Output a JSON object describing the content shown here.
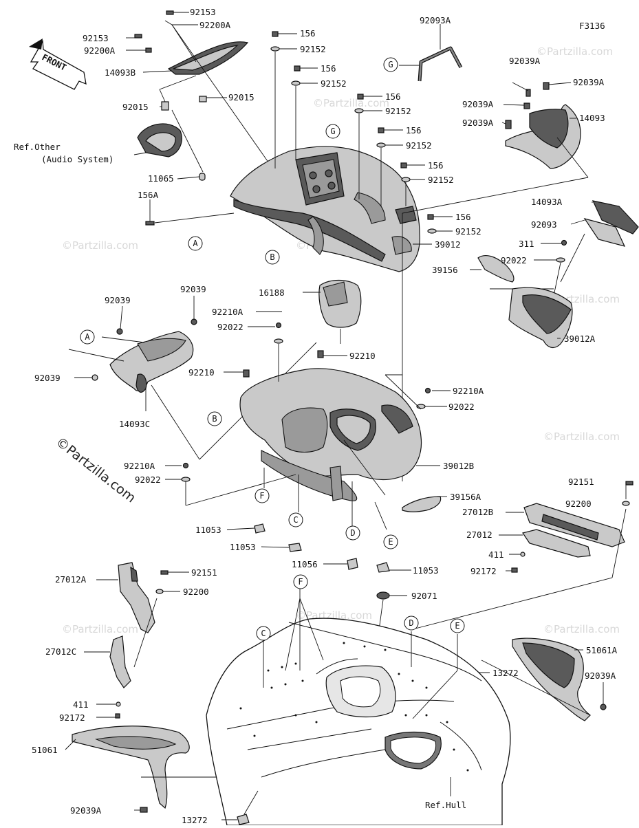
{
  "figure_code": "F3136",
  "front_label": "FRONT",
  "watermark": "©Partzilla.com",
  "references": {
    "audio_line1": "Ref.Other",
    "audio_line2": "(Audio System)",
    "hull": "Ref.Hull"
  },
  "callouts": [
    "A",
    "B",
    "C",
    "D",
    "E",
    "F",
    "G"
  ],
  "labels": {
    "p92153_a": "92153",
    "p92200A_a": "92200A",
    "p92153_b": "92153",
    "p92200A_b": "92200A",
    "p14093B": "14093B",
    "p92015_a": "92015",
    "p92015_b": "92015",
    "p11065": "11065",
    "p156A": "156A",
    "p156_1": "156",
    "p92152_1": "92152",
    "p156_2": "156",
    "p92152_2": "92152",
    "p156_3": "156",
    "p92152_3": "92152",
    "p156_4": "156",
    "p92152_4": "92152",
    "p156_5": "156",
    "p92152_5": "92152",
    "p156_6": "156",
    "p92152_6": "92152",
    "p92093A": "92093A",
    "p92039A_1": "92039A",
    "p92039A_2": "92039A",
    "p92039A_3": "92039A",
    "p92039A_4": "92039A",
    "p14093": "14093",
    "p14093A": "14093A",
    "p92093": "92093",
    "p311": "311",
    "p92022_r": "92022",
    "p39156": "39156",
    "p39012": "39012",
    "p39012A": "39012A",
    "p16188": "16188",
    "p92210A_1": "92210A",
    "p92022_1": "92022",
    "p92039_a": "92039",
    "p92039_b": "92039",
    "p92039_c": "92039",
    "p14093C": "14093C",
    "p92210_a": "92210",
    "p92210_b": "92210",
    "p92210A_2": "92210A",
    "p92022_2": "92022",
    "p39012B": "39012B",
    "p92210A_3": "92210A",
    "p92022_3": "92022",
    "p39156A": "39156A",
    "p11053_1": "11053",
    "p11053_2": "11053",
    "p11056": "11056",
    "p11053_3": "11053",
    "p92151_r": "92151",
    "p92200_r": "92200",
    "p27012B": "27012B",
    "p27012": "27012",
    "p411_r": "411",
    "p92172_r": "92172",
    "p27012A": "27012A",
    "p92151_l": "92151",
    "p92200_l": "92200",
    "p92071": "92071",
    "p27012C": "27012C",
    "p13272_r": "13272",
    "p51061A": "51061A",
    "p92039A_r": "92039A",
    "p411_l": "411",
    "p92172_l": "92172",
    "p51061": "51061",
    "p92039A_b": "92039A",
    "p13272_b": "13272"
  }
}
